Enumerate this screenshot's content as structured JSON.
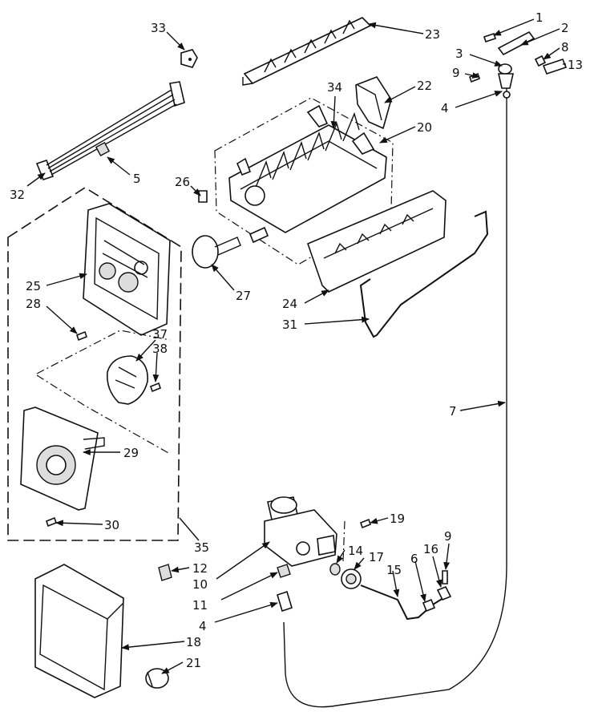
{
  "diagram": {
    "labels": {
      "p1": "1",
      "p2": "2",
      "p3": "3",
      "p4a": "4",
      "p4b": "4",
      "p5": "5",
      "p6": "6",
      "p7": "7",
      "p8": "8",
      "p9a": "9",
      "p9b": "9",
      "p10": "10",
      "p11": "11",
      "p12": "12",
      "p13": "13",
      "p14": "14",
      "p15": "15",
      "p16": "16",
      "p17": "17",
      "p18": "18",
      "p19": "19",
      "p20": "20",
      "p21": "21",
      "p22": "22",
      "p23": "23",
      "p24": "24",
      "p25": "25",
      "p26": "26",
      "p27": "27",
      "p28": "28",
      "p29": "29",
      "p30": "30",
      "p31": "31",
      "p32": "32",
      "p33": "33",
      "p34": "34",
      "p35": "35",
      "p37": "37",
      "p38": "38"
    }
  }
}
